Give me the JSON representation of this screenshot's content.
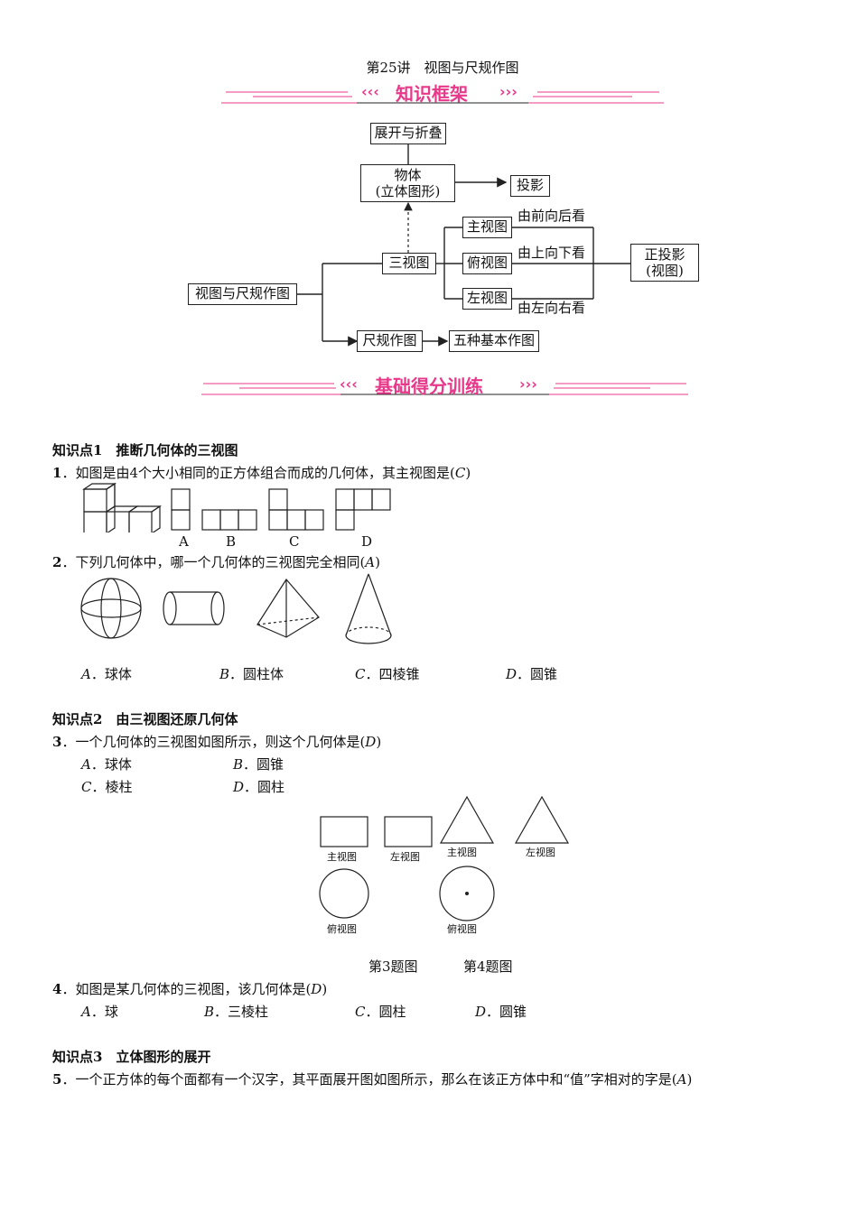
{
  "header": {
    "lecture_title": "第25讲　视图与尺规作图",
    "banner1": "知识框架",
    "banner2": "基础得分训练",
    "pink": "#e8388a"
  },
  "framework": {
    "root": "视图与尺规作图",
    "three_views": "三视图",
    "object_line1": "物体",
    "object_line2": "(立体图形)",
    "unfold": "展开与折叠",
    "projection": "投影",
    "front_view": "主视图",
    "top_view": "俯视图",
    "left_view": "左视图",
    "front_dir": "由前向后看",
    "top_dir": "由上向下看",
    "left_dir": "由左向右看",
    "ortho_line1": "正投影",
    "ortho_line2": "(视图)",
    "ruler": "尺规作图",
    "five": "五种基本作图"
  },
  "sections": {
    "kp1": "知识点1　推断几何体的三视图",
    "kp2": "知识点2　由三视图还原几何体",
    "kp3": "知识点3　立体图形的展开"
  },
  "questions": {
    "q1": {
      "num": "1",
      "text": "．如图是由4个大小相同的正方体组合而成的几何体，其主视图是(",
      "answer": "C",
      "close": ")",
      "labels": [
        "A",
        "B",
        "C",
        "D"
      ]
    },
    "q2": {
      "num": "2",
      "text": "．下列几何体中，哪一个几何体的三视图完全相同(",
      "answer": "A",
      "close": ")",
      "options": [
        {
          "letter": "A",
          "text": "．球体"
        },
        {
          "letter": "B",
          "text": "．圆柱体"
        },
        {
          "letter": "C",
          "text": "．四棱锥"
        },
        {
          "letter": "D",
          "text": "．圆锥"
        }
      ]
    },
    "q3": {
      "num": "3",
      "text": "．一个几何体的三视图如图所示，则这个几何体是(",
      "answer": "D",
      "close": ")",
      "options": [
        {
          "letter": "A",
          "text": "．球体"
        },
        {
          "letter": "B",
          "text": "．圆锥"
        },
        {
          "letter": "C",
          "text": "．棱柱"
        },
        {
          "letter": "D",
          "text": "．圆柱"
        }
      ]
    },
    "figs": {
      "front": "主视图",
      "left": "左视图",
      "top": "俯视图",
      "fig3": "第3题图",
      "fig4": "第4题图"
    },
    "q4": {
      "num": "4",
      "text": "．如图是某几何体的三视图，该几何体是(",
      "answer": "D",
      "close": ")",
      "options": [
        {
          "letter": "A",
          "text": "．球"
        },
        {
          "letter": "B",
          "text": "．三棱柱"
        },
        {
          "letter": "C",
          "text": "．圆柱"
        },
        {
          "letter": "D",
          "text": "．圆锥"
        }
      ]
    },
    "q5": {
      "num": "5",
      "text": "．一个正方体的每个面都有一个汉字，其平面展开图如图所示，那么在该正方体中和“值”字相对的字是(",
      "answer": "A",
      "close": ")"
    }
  }
}
